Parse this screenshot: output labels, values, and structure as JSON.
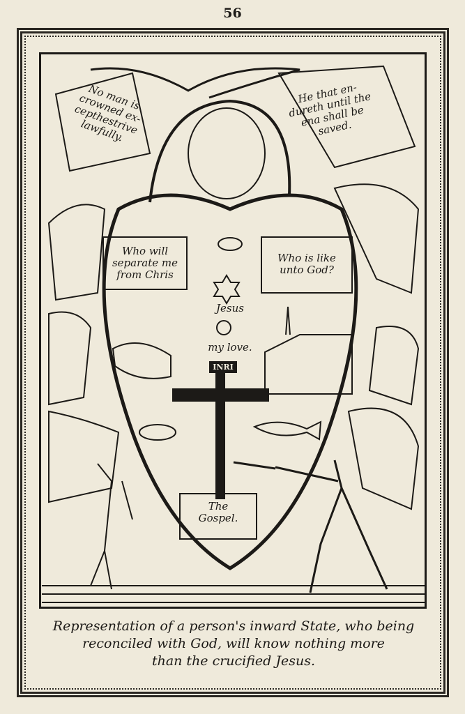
{
  "page_number": "56",
  "scrolls": {
    "left": "No man is crowned ex-cepthestrive lawfully.",
    "right": "He that en-dureth until the ena shall be saved.",
    "heart_left": "Who will separate me from Chris",
    "heart_right": "Who is like unto God?",
    "gospel": "The Gospel."
  },
  "labels": {
    "jesus": "Jesus",
    "my_love": "my love.",
    "inri": "INRI"
  },
  "caption": {
    "line1": "Representation of a person's inward State, who being",
    "line2": "reconciled with God, will know nothing more",
    "line3": "than the crucified Jesus."
  }
}
